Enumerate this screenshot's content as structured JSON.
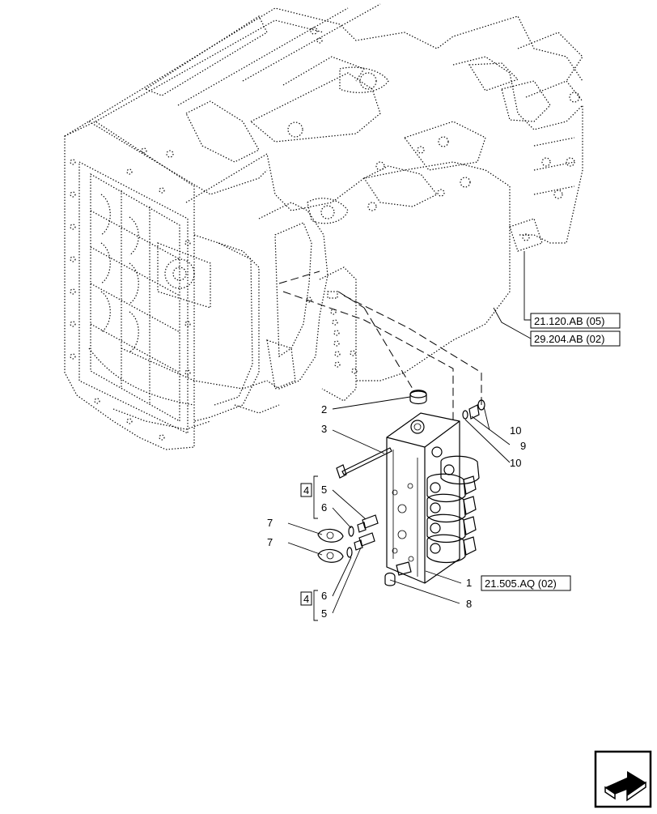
{
  "callouts": {
    "c1": "1",
    "c2": "2",
    "c3": "3",
    "c4a": "4",
    "c4b": "4",
    "c5a": "5",
    "c5b": "5",
    "c6a": "6",
    "c6b": "6",
    "c7a": "7",
    "c7b": "7",
    "c8": "8",
    "c9": "9",
    "c10a": "10",
    "c10b": "10"
  },
  "references": {
    "ref_transmission": "21.120.AB (05)",
    "ref_hitch": "29.204.AB (02)",
    "ref_valve": "21.505.AQ (02)"
  },
  "icons": {
    "navigation": "next-page-arrow-icon"
  }
}
